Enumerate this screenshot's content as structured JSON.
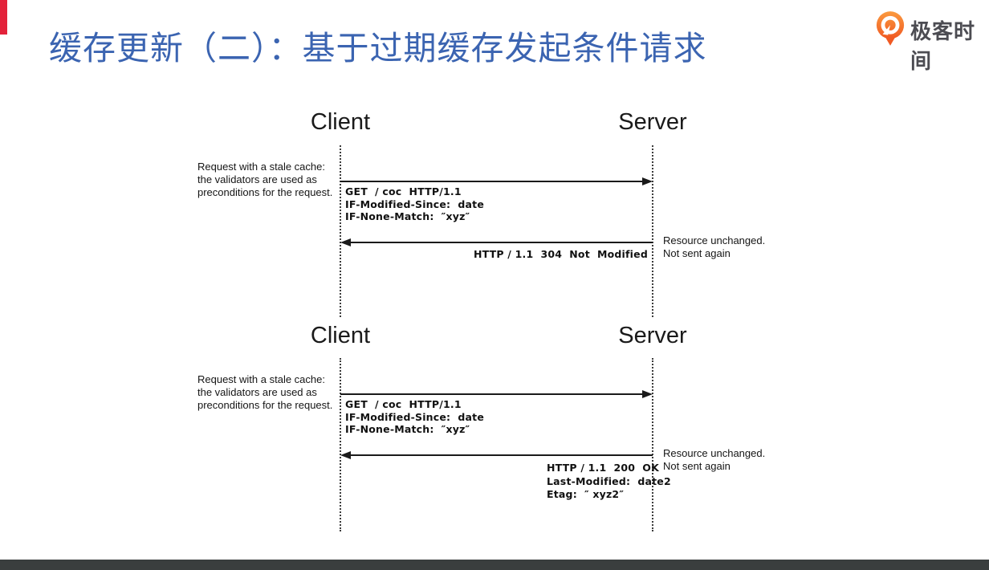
{
  "slide": {
    "title": "缓存更新（二）：基于过期缓存发起条件请求"
  },
  "brand": {
    "name": "极客时间",
    "icon": "geektime-pin-icon",
    "icon_color_top": "#FB9A3F",
    "icon_color_bottom": "#F05A23",
    "text_color": "#4C4C52"
  },
  "colors": {
    "accent_red": "#E3223A",
    "title_blue": "#3B64B1",
    "footer_gray": "#3A3E3E"
  },
  "diagrams": [
    {
      "client_label": "Client",
      "server_label": "Server",
      "left_note": "Request with a stale cache:\nthe validators are used as\npreconditions for the request.",
      "request_message": "GET  / coc  HTTP/1.1\nIF-Modified-Since:  date\nIF-None-Match:  ″xyz″",
      "response_message": "HTTP / 1.1  304  Not  Modified",
      "right_note": "Resource unchanged.\nNot sent again"
    },
    {
      "client_label": "Client",
      "server_label": "Server",
      "left_note": "Request with a stale cache:\nthe validators are used as\npreconditions for the request.",
      "request_message": "GET  / coc  HTTP/1.1\nIF-Modified-Since:  date\nIF-None-Match:  ″xyz″",
      "response_message": "HTTP / 1.1  200  OK\nLast-Modified:  date2\nEtag:  ″ xyz2″",
      "right_note": "Resource unchanged.\nNot sent again"
    }
  ]
}
